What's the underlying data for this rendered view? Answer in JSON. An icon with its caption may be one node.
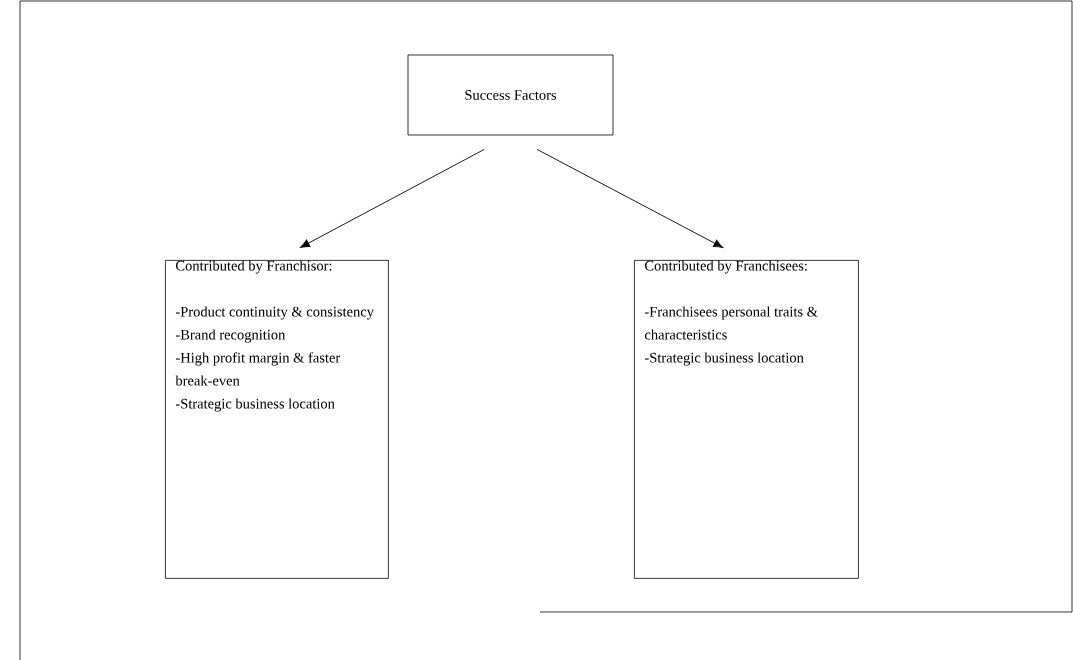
{
  "diagram": {
    "nodes": [
      {
        "text": [
          "Success Factors"
        ]
      },
      {
        "text": [
          "Contributed by Franchisor:",
          "-Product continuity & consistency",
          "-Brand recognition",
          "-High profit margin & faster break-even",
          "-Strategic business location"
        ]
      },
      {
        "text": [
          "Contributed by Franchisees:",
          "-Franchisees personal traits & characteristics",
          "-Strategic business location"
        ]
      }
    ],
    "edges": [
      {
        "from": 0,
        "to": 1,
        "arrow": "to"
      },
      {
        "from": 0,
        "to": 2,
        "arrow": "to"
      }
    ]
  }
}
